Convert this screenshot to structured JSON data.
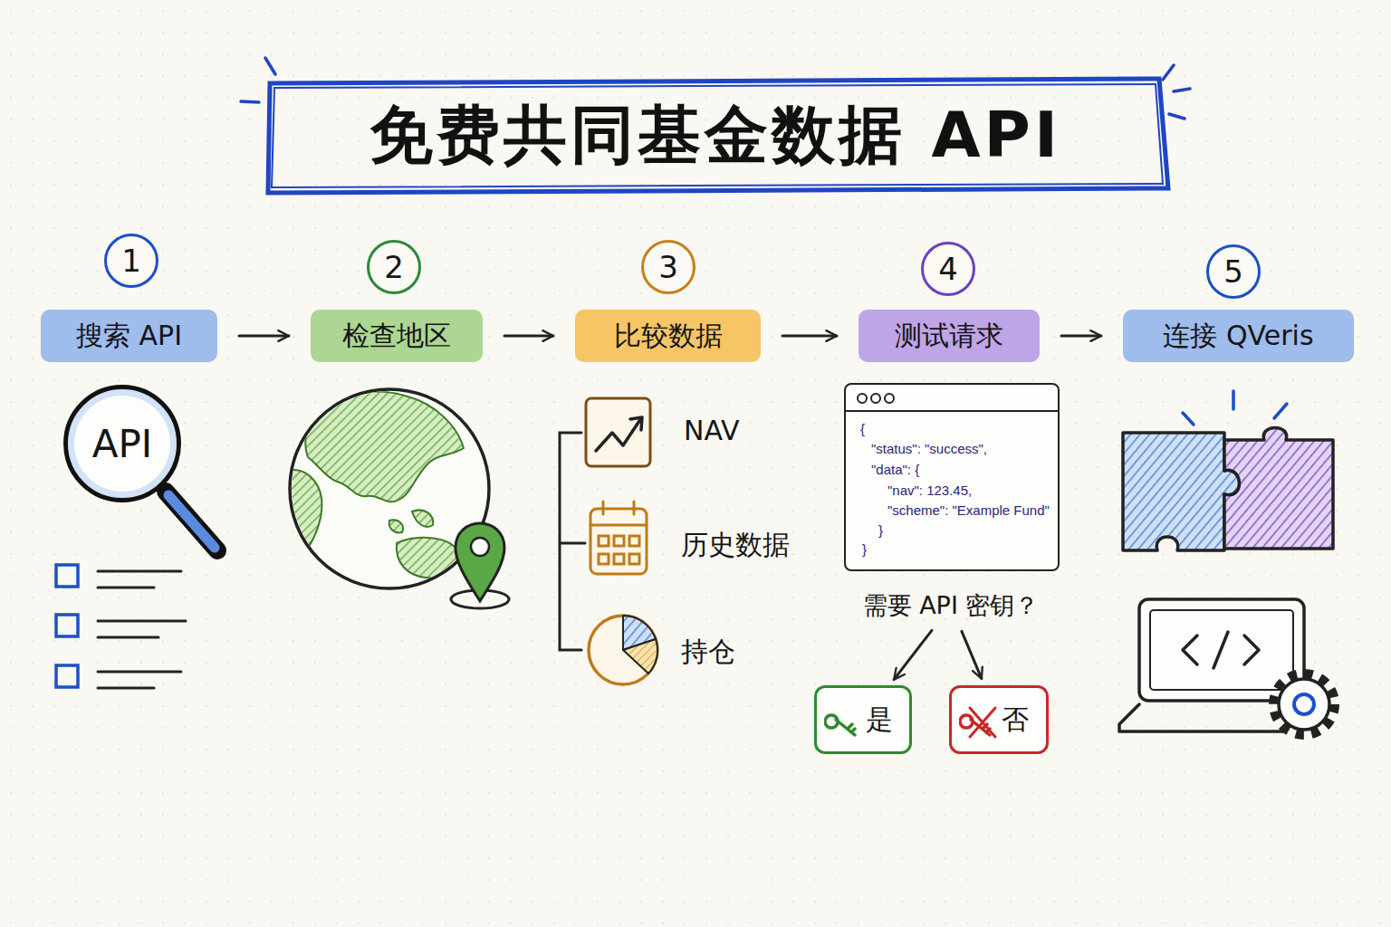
{
  "diagram": {
    "title": "免费共同基金数据 API",
    "nodes": [
      {
        "text": [
          "1"
        ]
      },
      {
        "text": [
          "2"
        ]
      },
      {
        "text": [
          "3"
        ]
      },
      {
        "text": [
          "4"
        ]
      },
      {
        "text": [
          "5"
        ]
      },
      {
        "text": [
          "搜索 API"
        ]
      },
      {
        "text": [
          "检查地区"
        ]
      },
      {
        "text": [
          "比较数据"
        ]
      },
      {
        "text": [
          "测试请求"
        ]
      },
      {
        "text": [
          "连接 QVeris"
        ]
      },
      {
        "text": [
          "API"
        ]
      },
      {
        "text": [
          "{",
          "\"status\": \"success\",",
          "\"data\": {",
          "\"nav\": 123.45,",
          "\"scheme\": \"Example Fund\"",
          "}",
          "}"
        ]
      },
      {
        "text": [
          "需要 API 密钥？"
        ]
      },
      {
        "text": [
          "是"
        ]
      },
      {
        "text": [
          "否"
        ]
      }
    ],
    "edges": [
      {
        "from": 5,
        "to": 6,
        "arrow": "to"
      },
      {
        "from": 6,
        "to": 7,
        "arrow": "to"
      },
      {
        "from": 7,
        "to": 8,
        "arrow": "to"
      },
      {
        "from": 8,
        "to": 9,
        "arrow": "to"
      },
      {
        "from": 12,
        "to": 13,
        "arrow": "to"
      },
      {
        "from": 12,
        "to": 14,
        "arrow": "to"
      }
    ],
    "labels": [
      "NAV",
      "历史数据",
      "持仓"
    ]
  }
}
